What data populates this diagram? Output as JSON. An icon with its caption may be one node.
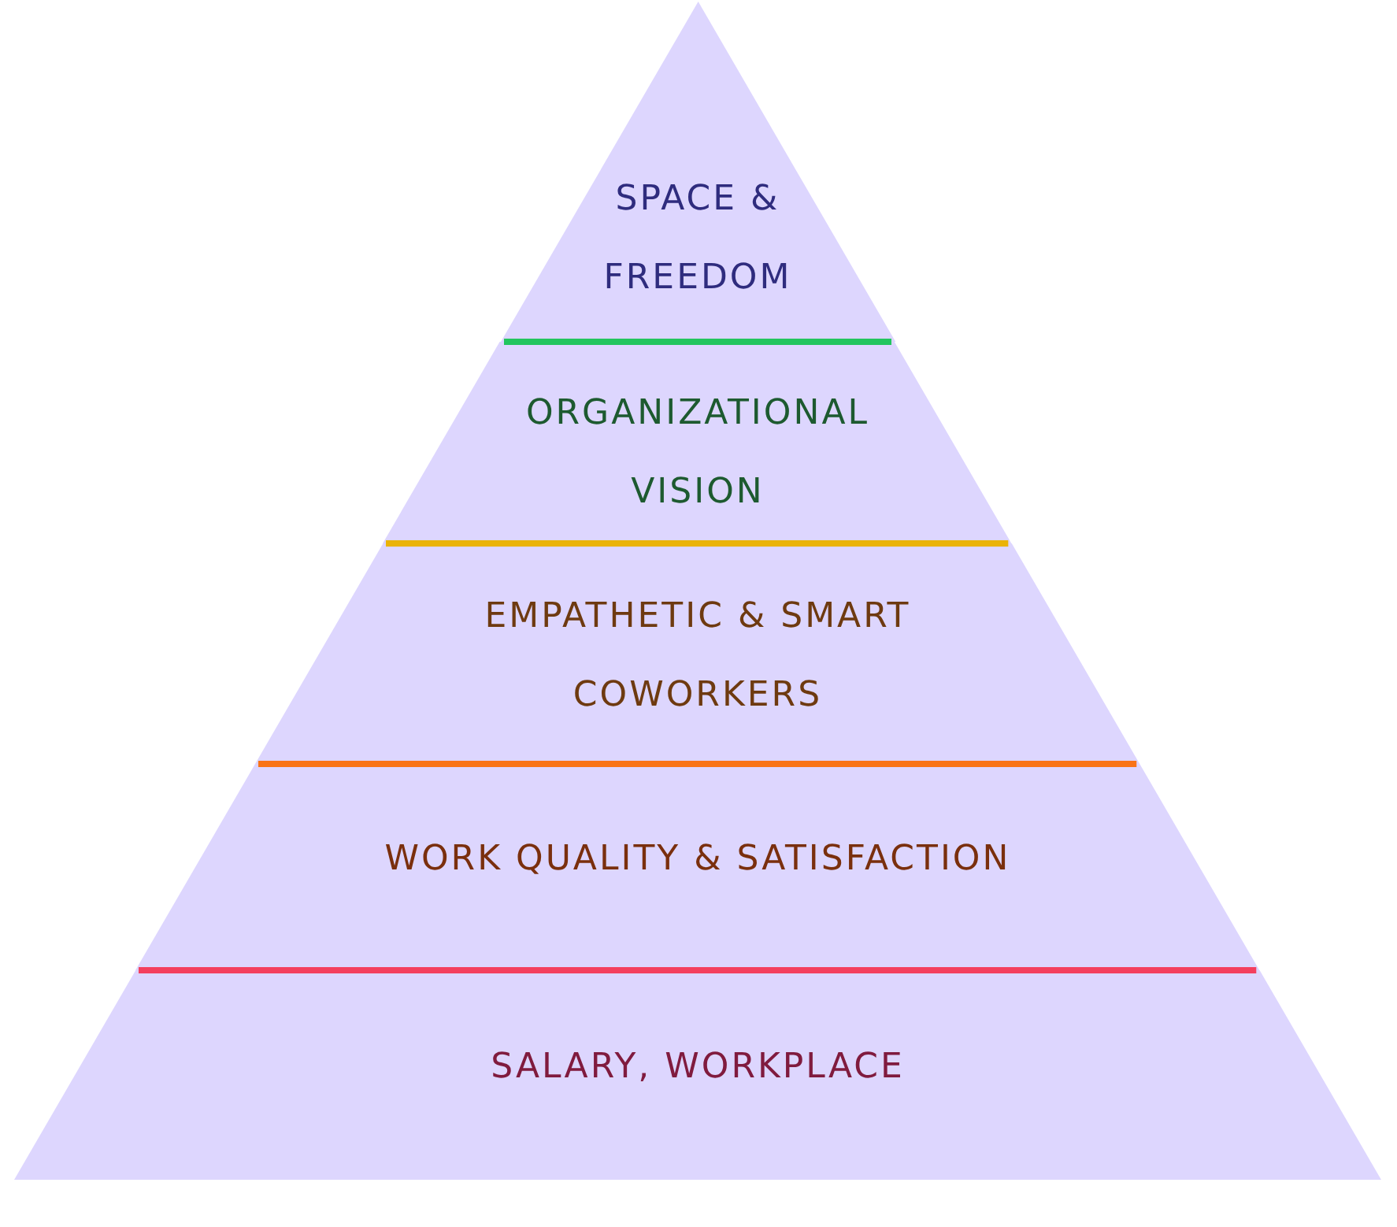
{
  "diagram": {
    "nodes": [
      {
        "text": [
          "SPACE & FREEDOM"
        ]
      },
      {
        "text": [
          "ORGANIZATIONAL VISION"
        ]
      },
      {
        "text": [
          "EMPATHETIC & SMART COWORKERS"
        ]
      },
      {
        "text": [
          "WORK QUALITY & SATISFACTION"
        ]
      },
      {
        "text": [
          "SALARY, WORKPLACE"
        ]
      }
    ]
  }
}
